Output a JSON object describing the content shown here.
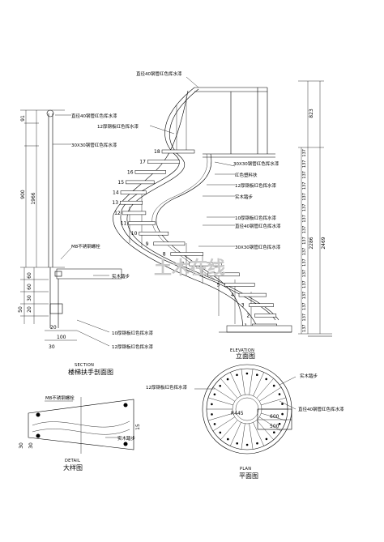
{
  "elevation": {
    "notes": {
      "top_rail": "直径40钢管红色挥水漆",
      "tube_3030": "30X30钢管红色挥水漆",
      "plate_12": "12厚钢板红色挥水漆",
      "handrail": "红色塑料扶",
      "wood_step": "实木踏步",
      "plate_12b": "12厚钢板红色挥水漆",
      "pipe_40": "直径40钢管红色挥水漆",
      "tube_3030b": "30X30钢管红色挥水漆"
    },
    "step_numbers": [
      "18",
      "17",
      "16",
      "15",
      "14",
      "13",
      "12",
      "11",
      "10",
      "9",
      "8",
      "7",
      "6",
      "5",
      "4",
      "3",
      "2",
      "1"
    ],
    "riser_dims": [
      "137",
      "137",
      "137",
      "137",
      "137",
      "137",
      "137",
      "137",
      "137",
      "137",
      "137",
      "137",
      "137",
      "137",
      "137",
      "137",
      "137"
    ],
    "dim_total_h": "2469",
    "dim_h2": "2286",
    "dim_top": "823",
    "caption": "立面图",
    "caption_en": "ELEVATION"
  },
  "section": {
    "notes": {
      "rail": "直径40钢管红色挥水漆",
      "tube": "30X30钢管红色挥水漆",
      "bolt": "M8不锈钢螺栓",
      "step": "实木踏步",
      "plate_10": "10厚钢板红色挥水漆",
      "plate_12": "12厚钢板红色挥水漆"
    },
    "dims_left": [
      "91",
      "900",
      "1966"
    ],
    "dims_small": [
      "60",
      "60",
      "30",
      "20",
      "50"
    ],
    "dims_bottom": [
      "20",
      "100",
      "30"
    ],
    "caption": "楼梯扶手剖面图",
    "caption_en": "SECTION"
  },
  "plan": {
    "notes": {
      "plate": "12厚钢板红色挥水漆",
      "step": "实木踏步",
      "pipe": "直径40钢管红色挥水漆"
    },
    "radius": "R445",
    "dims": [
      "600",
      "500"
    ],
    "caption": "平面图",
    "caption_en": "PLAN"
  },
  "detail": {
    "notes": {
      "bolt": "M8不锈钢螺栓",
      "step": "实木踏步"
    },
    "dims": [
      "15",
      "30",
      "30"
    ],
    "caption": "大样图",
    "caption_en": "DETAIL"
  },
  "watermark": "土木在线"
}
